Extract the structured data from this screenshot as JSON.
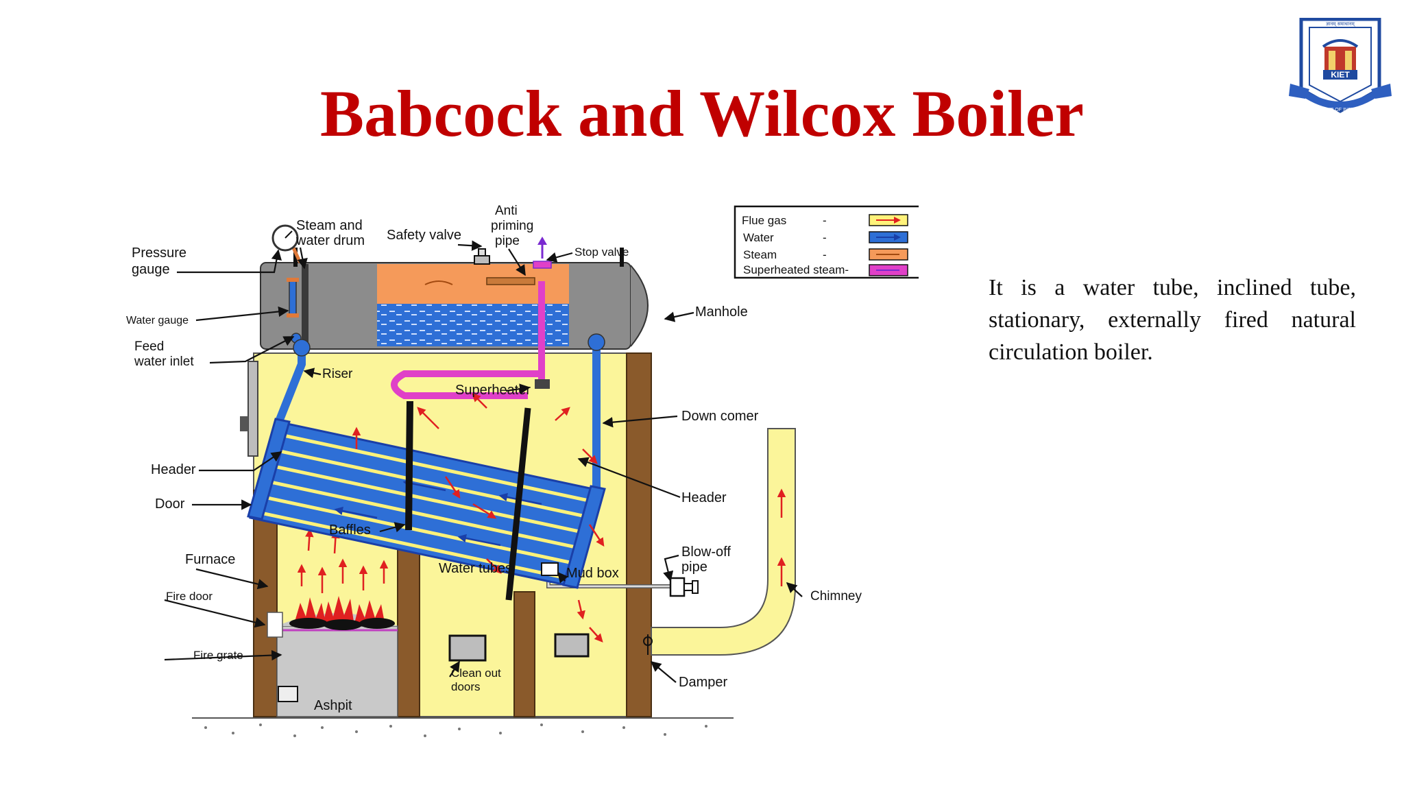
{
  "slide": {
    "title": "Babcock and Wilcox Boiler",
    "description": "It is a water tube, inclined tube, stationary, externally fired natural circulation boiler.",
    "logo_text": "KIET",
    "logo_ring": "KIET GROUP OF INSTITUTIONS",
    "logo_motto": "ज्ञानम् समाधानम्"
  },
  "diagram": {
    "legend": [
      {
        "label": "Flue gas",
        "dash": "-",
        "fill": "#fff27a",
        "arrow": "#e02020"
      },
      {
        "label": "Water",
        "dash": "-",
        "fill": "#2e6fd6",
        "arrow": "#1a3fa8"
      },
      {
        "label": "Steam",
        "dash": "-",
        "fill": "#f59a5a",
        "arrow": "#a24a10"
      },
      {
        "label": "Superheated steam-",
        "dash": "",
        "fill": "#e040c8",
        "arrow": "#7a2ad0"
      }
    ],
    "labels": {
      "pressure_gauge_1": "Pressure",
      "pressure_gauge_2": "gauge",
      "steam_drum_1": "Steam and",
      "steam_drum_2": "water drum",
      "safety_valve": "Safety valve",
      "anti_priming_1": "Anti",
      "anti_priming_2": "priming",
      "anti_priming_3": "pipe",
      "stop_valve": "Stop valve",
      "manhole": "Manhole",
      "water_gauge": "Water gauge",
      "feed_inlet_1": "Feed",
      "feed_inlet_2": "water inlet",
      "riser": "Riser",
      "superheater": "Superheater",
      "down_comer": "Down comer",
      "header_left": "Header",
      "header_right": "Header",
      "door": "Door",
      "baffles": "Baffles",
      "furnace": "Furnace",
      "water_tubes": "Water tubes",
      "mud_box": "Mud box",
      "blow_off_1": "Blow-off",
      "blow_off_2": "pipe",
      "chimney": "Chimney",
      "fire_door": "Fire door",
      "fire_grate": "Fire grate",
      "ashpit": "Ashpit",
      "clean_out_1": "Clean out",
      "clean_out_2": "doors",
      "damper": "Damper"
    },
    "colors": {
      "flue": "#fbf59a",
      "brick": "#8a5a2b",
      "drum": "#8c8c8c",
      "steam": "#f59a5a",
      "water": "#2e6fd6",
      "superheat": "#e040c8",
      "arrow": "#e02020"
    }
  }
}
